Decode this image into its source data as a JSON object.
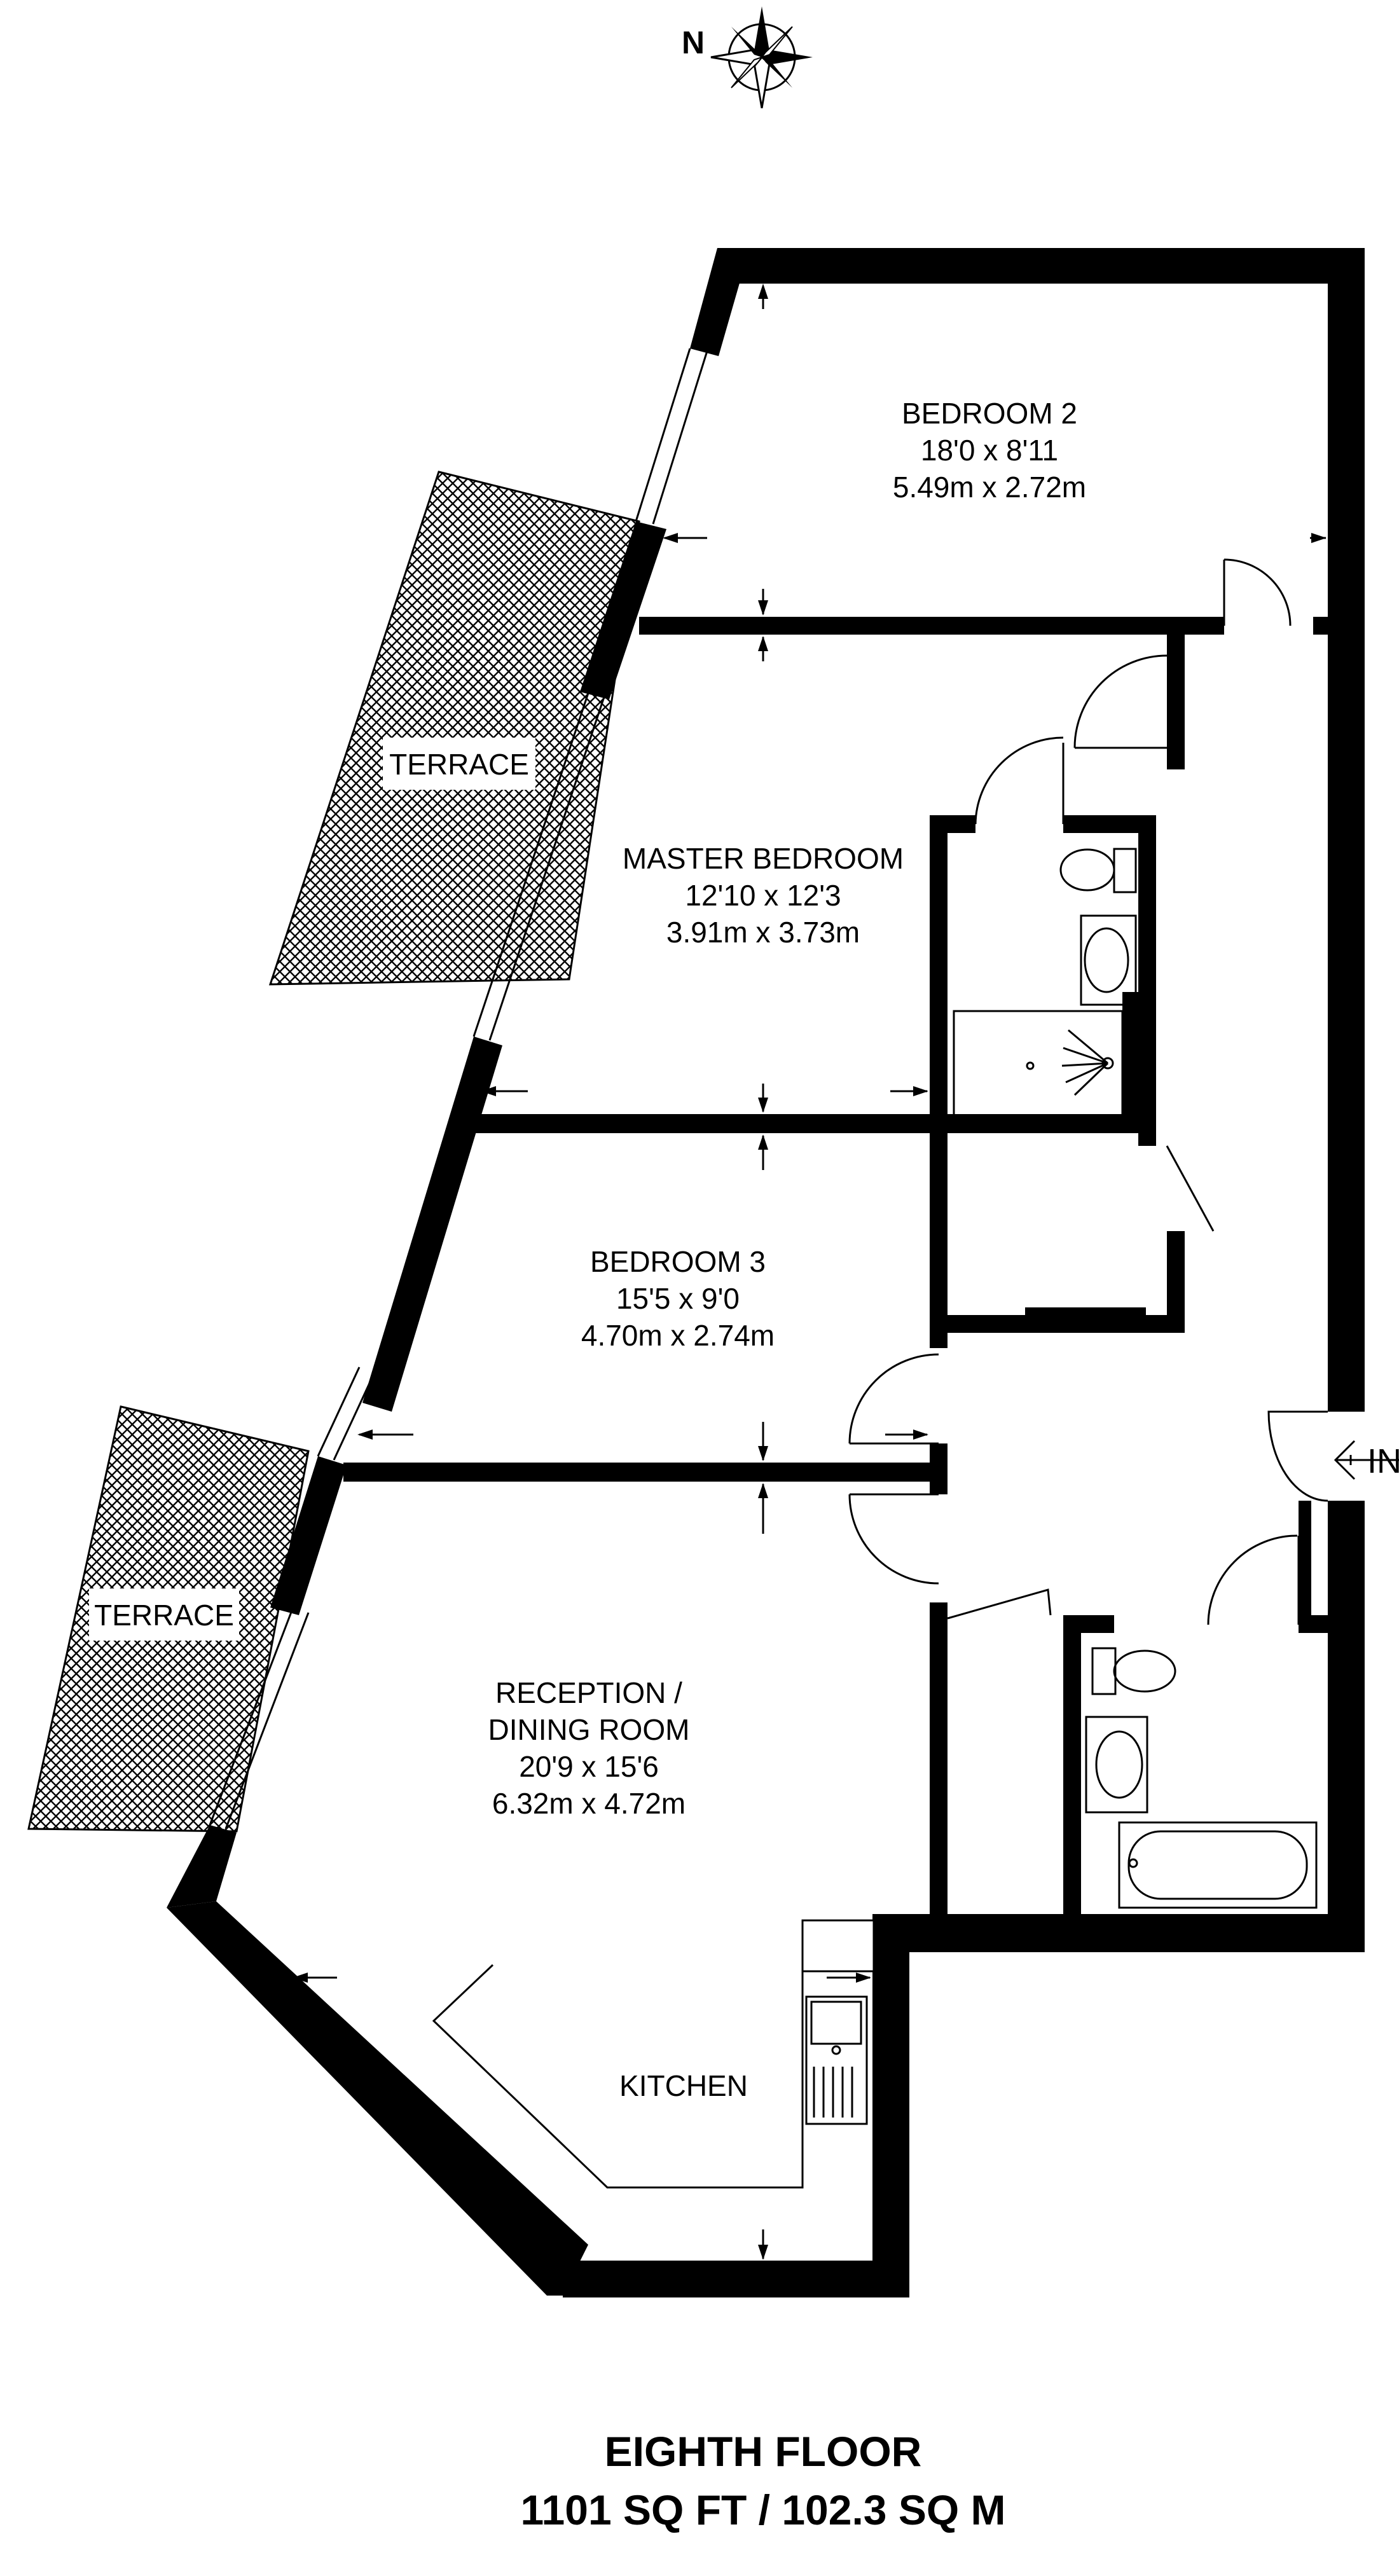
{
  "compass": {
    "north_label": "N"
  },
  "rooms": {
    "bedroom2": {
      "name": "BEDROOM 2",
      "imperial": "18'0 x 8'11",
      "metric": "5.49m x 2.72m"
    },
    "master": {
      "name": "MASTER BEDROOM",
      "imperial": "12'10 x 12'3",
      "metric": "3.91m x 3.73m"
    },
    "bedroom3": {
      "name": "BEDROOM 3",
      "imperial": "15'5 x 9'0",
      "metric": "4.70m x 2.74m"
    },
    "reception": {
      "name_line1": "RECEPTION /",
      "name_line2": "DINING ROOM",
      "imperial": "20'9 x 15'6",
      "metric": "6.32m x 4.72m"
    },
    "kitchen": {
      "name": "KITCHEN"
    }
  },
  "terraces": [
    "TERRACE",
    "TERRACE"
  ],
  "entrance": {
    "label": "IN"
  },
  "footer": {
    "floor": "EIGHTH FLOOR",
    "area": "1101 SQ FT / 102.3 SQ M"
  },
  "colors": {
    "wall": "#000000",
    "background": "#ffffff",
    "hatch": "#000000"
  }
}
